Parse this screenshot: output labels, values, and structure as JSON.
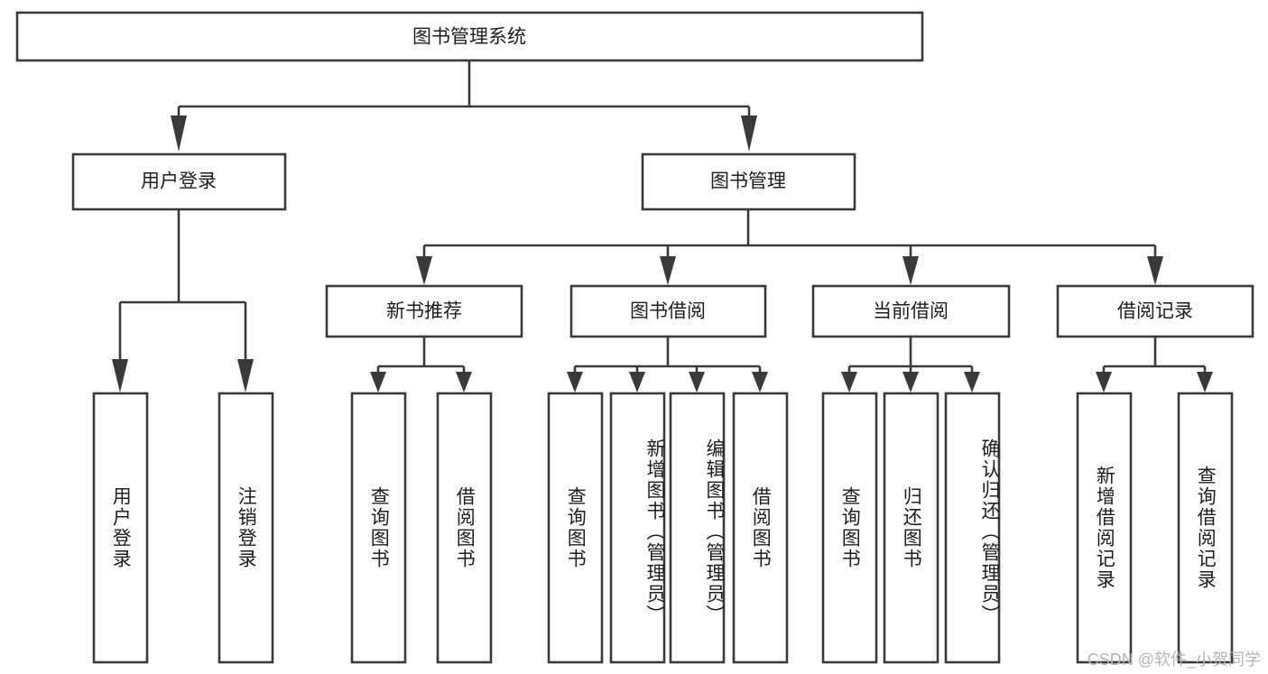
{
  "diagram": {
    "type": "tree",
    "title": "图书管理系统",
    "root": {
      "id": "root",
      "label": "图书管理系统"
    },
    "level2": [
      {
        "id": "user-login",
        "label": "用户登录"
      },
      {
        "id": "book-manage",
        "label": "图书管理"
      }
    ],
    "level3": [
      {
        "id": "new-book-rec",
        "label": "新书推荐",
        "parent": "book-manage"
      },
      {
        "id": "book-borrow",
        "label": "图书借阅",
        "parent": "book-manage"
      },
      {
        "id": "current-borrow",
        "label": "当前借阅",
        "parent": "book-manage"
      },
      {
        "id": "borrow-record",
        "label": "借阅记录",
        "parent": "book-manage"
      }
    ],
    "leaves": [
      {
        "id": "leaf-user-login",
        "label": "用户登录",
        "parent": "user-login"
      },
      {
        "id": "leaf-logout",
        "label": "注销登录",
        "parent": "user-login"
      },
      {
        "id": "leaf-query-book-1",
        "label": "查询图书",
        "parent": "new-book-rec"
      },
      {
        "id": "leaf-borrow-book-1",
        "label": "借阅图书",
        "parent": "new-book-rec"
      },
      {
        "id": "leaf-query-book-2",
        "label": "查询图书",
        "parent": "book-borrow"
      },
      {
        "id": "leaf-add-book",
        "label": "新增图书（管理员）",
        "parent": "book-borrow"
      },
      {
        "id": "leaf-edit-book",
        "label": "编辑图书（管理员）",
        "parent": "book-borrow"
      },
      {
        "id": "leaf-borrow-book-2",
        "label": "借阅图书",
        "parent": "book-borrow"
      },
      {
        "id": "leaf-query-book-3",
        "label": "查询图书",
        "parent": "current-borrow"
      },
      {
        "id": "leaf-return-book",
        "label": "归还图书",
        "parent": "current-borrow"
      },
      {
        "id": "leaf-confirm-return",
        "label": "确认归还（管理员）",
        "parent": "current-borrow"
      },
      {
        "id": "leaf-add-record",
        "label": "新增借阅记录",
        "parent": "borrow-record"
      },
      {
        "id": "leaf-query-record",
        "label": "查询借阅记录",
        "parent": "borrow-record"
      }
    ],
    "colors": {
      "stroke": "#3a3a3a",
      "fill": "#ffffff",
      "text": "#1d1d1d",
      "watermark": "#b4b4b4",
      "background": "#ffffff"
    }
  },
  "watermark": {
    "text": "CSDN @软件_小贺同学"
  }
}
